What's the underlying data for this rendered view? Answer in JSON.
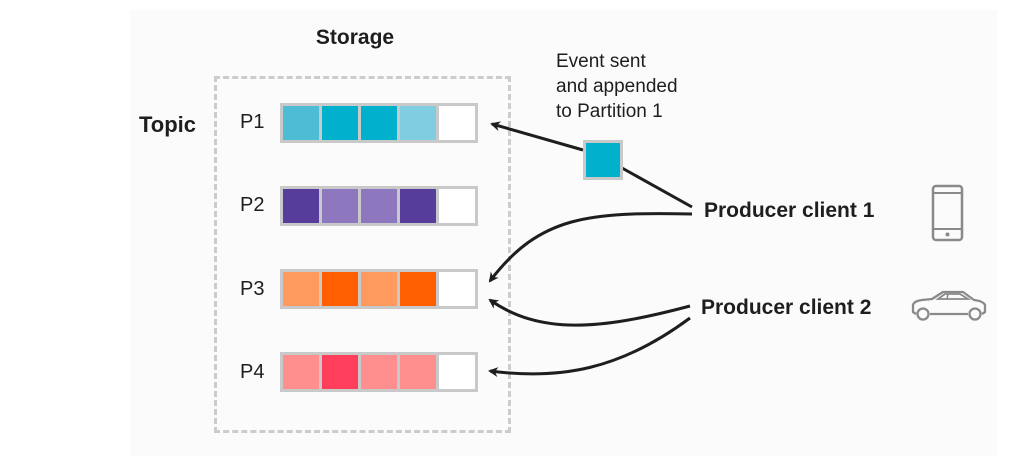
{
  "diagram": {
    "storage_title": "Storage",
    "topic_label": "Topic",
    "partitions": [
      {
        "label": "P1",
        "cells": [
          "#4dbcd4",
          "#00b0cc",
          "#00b0cc",
          "#80cce0",
          "#ffffff"
        ]
      },
      {
        "label": "P2",
        "cells": [
          "#563d9c",
          "#8d78bf",
          "#8d78bf",
          "#563d9c",
          "#ffffff"
        ]
      },
      {
        "label": "P3",
        "cells": [
          "#ff9a5e",
          "#ff5f00",
          "#ff9a5e",
          "#ff5f00",
          "#ffffff"
        ]
      },
      {
        "label": "P4",
        "cells": [
          "#ff8f8f",
          "#ff3e5c",
          "#ff8f8f",
          "#ff8f8f",
          "#ffffff"
        ]
      }
    ],
    "event_annotation": [
      "Event sent",
      "and appended",
      "to Partition 1"
    ],
    "event_color": "#00b0cc",
    "producers": [
      {
        "label": "Producer client 1",
        "icon": "smartphone-icon",
        "targets": [
          "P1",
          "P3"
        ]
      },
      {
        "label": "Producer client 2",
        "icon": "car-icon",
        "targets": [
          "P3",
          "P4"
        ]
      }
    ],
    "colors": {
      "arrow": "#1e1e1e",
      "icon": "#8a8a8a",
      "dashed_border": "#cccccc",
      "cell_border": "#c9c9c9"
    }
  }
}
